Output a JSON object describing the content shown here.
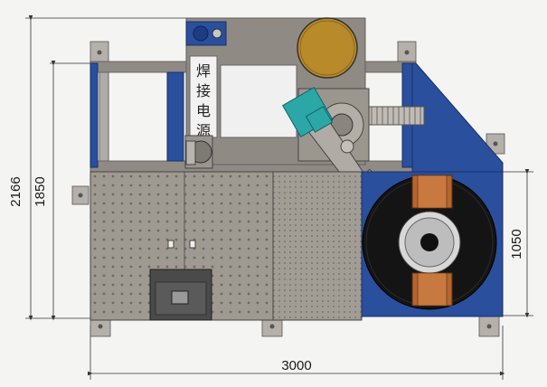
{
  "drawing": {
    "dimensions": {
      "overall_width": "3000",
      "overall_height": "2166",
      "frame_height": "1850",
      "turntable_size": "1050"
    },
    "panel_label": "焊接电源"
  },
  "colors": {
    "frame_blue": "#2a4f9c",
    "steel_gray": "#8f8b84",
    "table_gray": "#a29d94",
    "turntable_black": "#141414",
    "copper": "#b5652e",
    "gold_disc": "#b88a2a",
    "robot_teal": "#2aa7a6"
  }
}
